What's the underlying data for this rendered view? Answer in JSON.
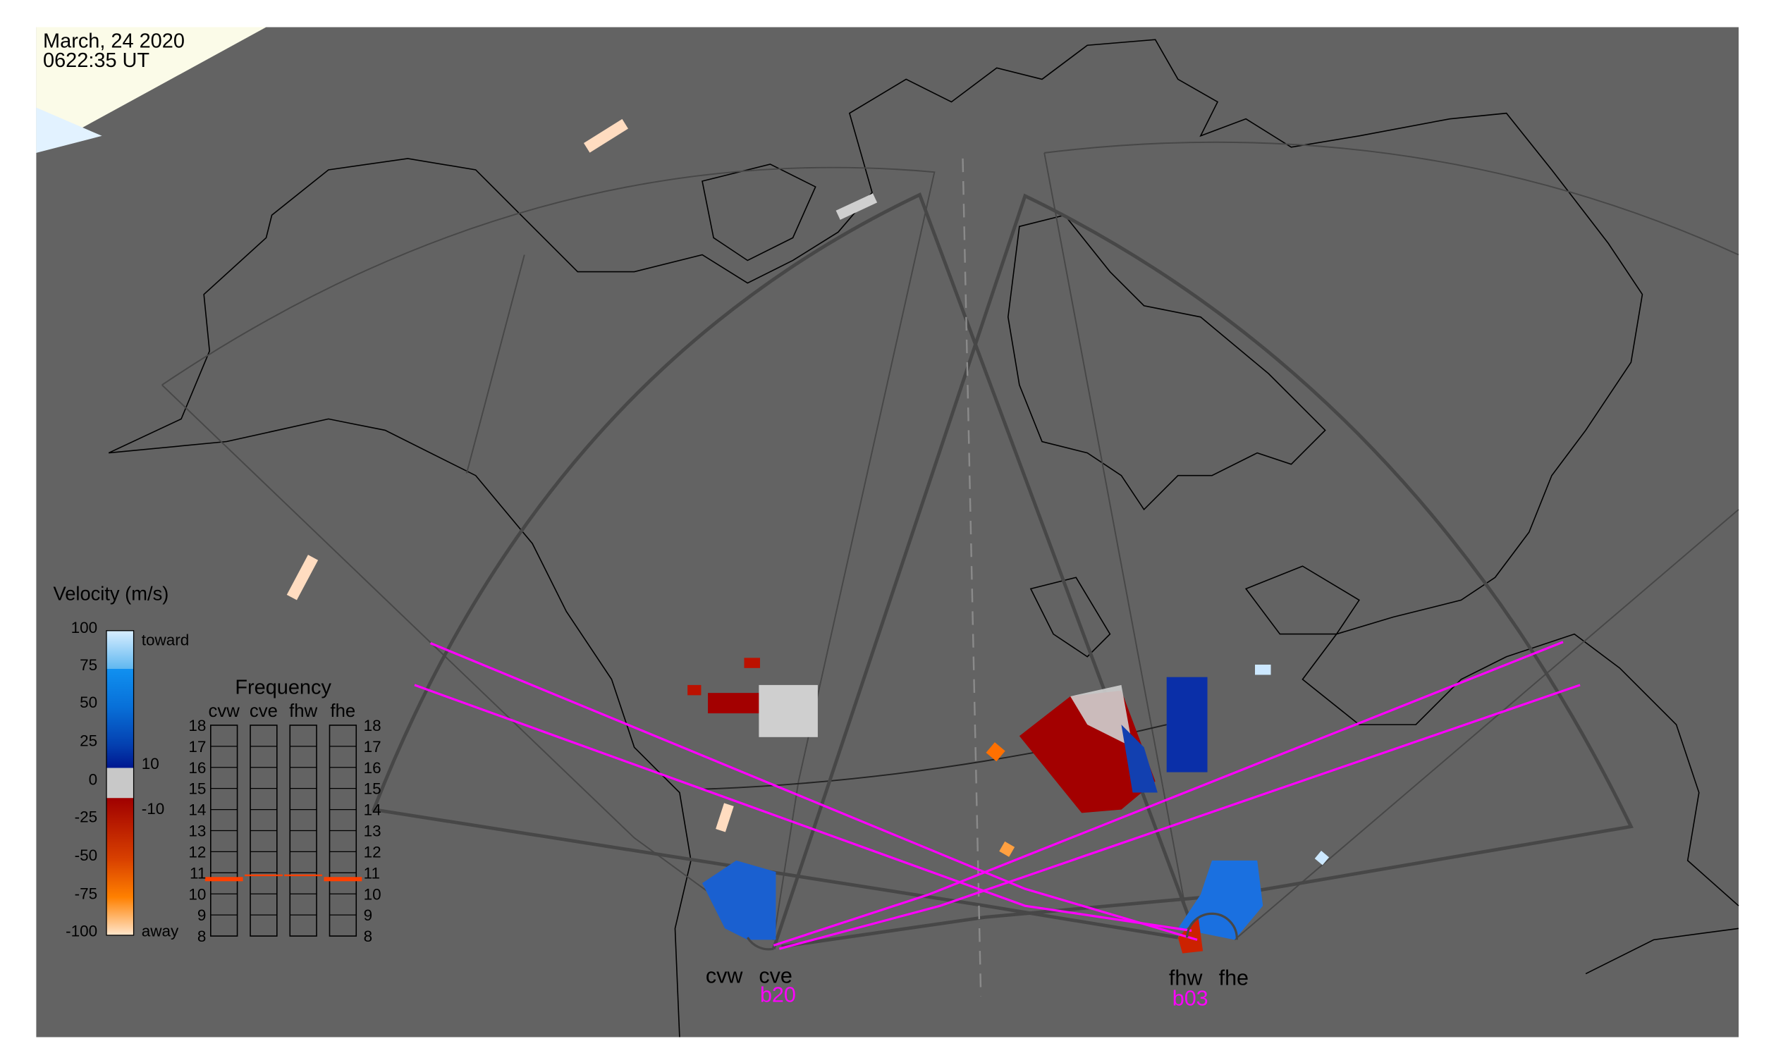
{
  "header": {
    "date": "March, 24 2020",
    "time": "0622:35 UT"
  },
  "legend": {
    "title": "Velocity (m/s)",
    "ticks": [
      "100",
      "75",
      "50",
      "25",
      "0",
      "-25",
      "-50",
      "-75",
      "-100"
    ],
    "toward_label": "toward",
    "away_label": "away",
    "pos_threshold": "10",
    "neg_threshold": "-10"
  },
  "frequency": {
    "title": "Frequency",
    "radars": [
      "cvw",
      "cve",
      "fhw",
      "fhe"
    ],
    "ticks": [
      "18",
      "17",
      "16",
      "15",
      "14",
      "13",
      "12",
      "11",
      "10",
      "9",
      "8"
    ],
    "range_mhz": [
      8,
      18
    ],
    "bands_mhz": [
      [
        10.6,
        10.8
      ],
      [
        10.88,
        10.92
      ],
      [
        10.88,
        10.92
      ],
      [
        10.6,
        10.8
      ]
    ],
    "color": "#ff4000"
  },
  "sites": {
    "cv_west": "cvw",
    "cv_east": "cve",
    "cv_beam": "b20",
    "fh_west": "fhw",
    "fh_east": "fhe",
    "fh_beam": "b03"
  },
  "colors": {
    "background": "#636363",
    "beam": "#ff00ff",
    "fov": "#474747"
  }
}
